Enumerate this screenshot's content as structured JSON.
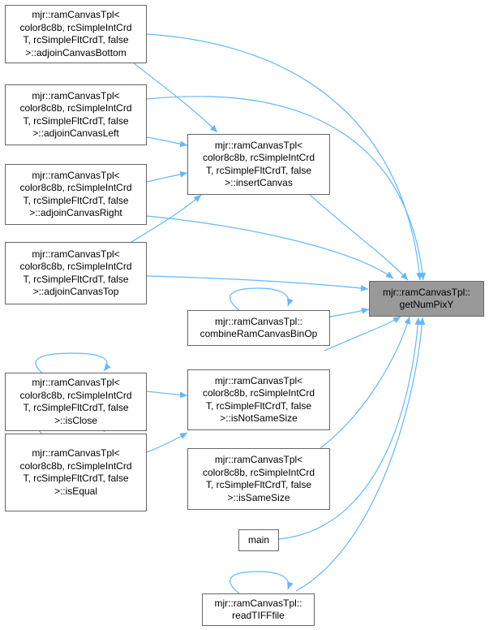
{
  "colors": {
    "edge": "#63b8ff",
    "node_border": "#666666",
    "target_fill": "#999999"
  },
  "nodes": {
    "adjoin_bottom": [
      "mjr::ramCanvasTpl<",
      "color8c8b, rcSimpleIntCrd",
      "T, rcSimpleFltCrdT, false",
      ">::adjoinCanvasBottom"
    ],
    "adjoin_left": [
      "mjr::ramCanvasTpl<",
      "color8c8b, rcSimpleIntCrd",
      "T, rcSimpleFltCrdT, false",
      ">::adjoinCanvasLeft"
    ],
    "adjoin_right": [
      "mjr::ramCanvasTpl<",
      "color8c8b, rcSimpleIntCrd",
      "T, rcSimpleFltCrdT, false",
      ">::adjoinCanvasRight"
    ],
    "adjoin_top": [
      "mjr::ramCanvasTpl<",
      "color8c8b, rcSimpleIntCrd",
      "T, rcSimpleFltCrdT, false",
      ">::adjoinCanvasTop"
    ],
    "is_close": [
      "mjr::ramCanvasTpl<",
      "color8c8b, rcSimpleIntCrd",
      "T, rcSimpleFltCrdT, false",
      ">::isClose"
    ],
    "is_equal": [
      "mjr::ramCanvasTpl<",
      "color8c8b, rcSimpleIntCrd",
      "T, rcSimpleFltCrdT, false",
      ">::isEqual"
    ],
    "insert_canvas": [
      "mjr::ramCanvasTpl<",
      "color8c8b, rcSimpleIntCrd",
      "T, rcSimpleFltCrdT, false",
      ">::insertCanvas"
    ],
    "combine": [
      "mjr::ramCanvasTpl::",
      "combineRamCanvasBinOp"
    ],
    "is_not_same": [
      "mjr::ramCanvasTpl<",
      "color8c8b, rcSimpleIntCrd",
      "T, rcSimpleFltCrdT, false",
      ">::isNotSameSize"
    ],
    "is_same": [
      "mjr::ramCanvasTpl<",
      "color8c8b, rcSimpleIntCrd",
      "T, rcSimpleFltCrdT, false",
      ">::isSameSize"
    ],
    "main": [
      "main"
    ],
    "read_tiff": [
      "mjr::ramCanvasTpl::",
      "readTIFFfile"
    ],
    "get_num_pix_y": [
      "mjr::ramCanvasTpl::",
      "getNumPixY"
    ]
  }
}
